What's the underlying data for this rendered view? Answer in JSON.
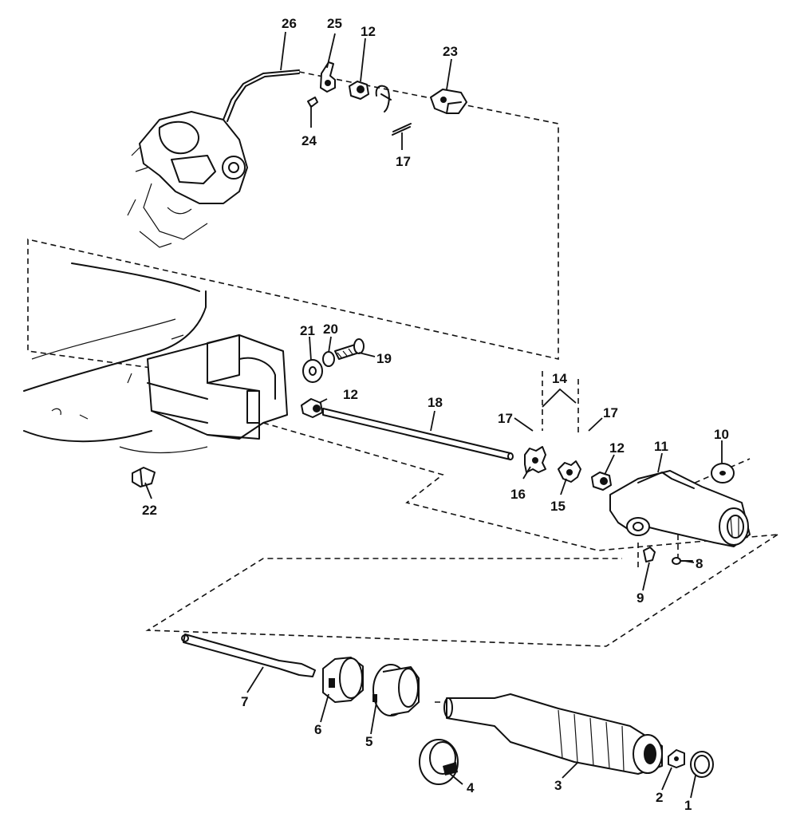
{
  "diagram": {
    "parts": [
      {
        "id": "p1",
        "label": "1"
      },
      {
        "id": "p2",
        "label": "2"
      },
      {
        "id": "p3",
        "label": "3"
      },
      {
        "id": "p4",
        "label": "4"
      },
      {
        "id": "p5",
        "label": "5"
      },
      {
        "id": "p6",
        "label": "6"
      },
      {
        "id": "p7",
        "label": "7"
      },
      {
        "id": "p8",
        "label": "8"
      },
      {
        "id": "p9",
        "label": "9"
      },
      {
        "id": "p10",
        "label": "10"
      },
      {
        "id": "p11",
        "label": "11"
      },
      {
        "id": "p12a",
        "label": "12"
      },
      {
        "id": "p12b",
        "label": "12"
      },
      {
        "id": "p12c",
        "label": "12"
      },
      {
        "id": "p14",
        "label": "14"
      },
      {
        "id": "p15",
        "label": "15"
      },
      {
        "id": "p16",
        "label": "16"
      },
      {
        "id": "p17a",
        "label": "17"
      },
      {
        "id": "p17b",
        "label": "17"
      },
      {
        "id": "p17c",
        "label": "17"
      },
      {
        "id": "p18",
        "label": "18"
      },
      {
        "id": "p19",
        "label": "19"
      },
      {
        "id": "p20",
        "label": "20"
      },
      {
        "id": "p21",
        "label": "21"
      },
      {
        "id": "p22",
        "label": "22"
      },
      {
        "id": "p23",
        "label": "23"
      },
      {
        "id": "p24",
        "label": "24"
      },
      {
        "id": "p25",
        "label": "25"
      },
      {
        "id": "p26",
        "label": "26"
      }
    ]
  }
}
